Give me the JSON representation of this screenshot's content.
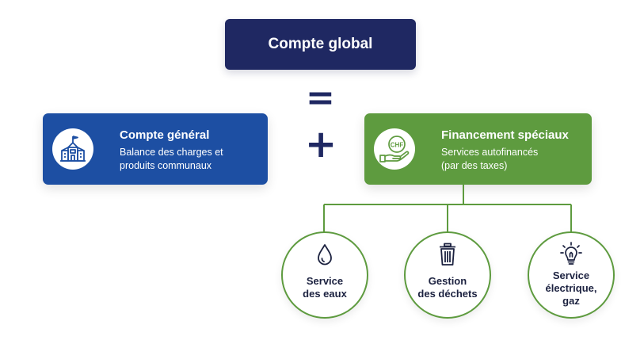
{
  "top": {
    "title": "Compte global"
  },
  "operators": {
    "equals": "=",
    "plus": "+"
  },
  "general": {
    "title": "Compte général",
    "desc_line1": "Balance des charges et",
    "desc_line2": "produits communaux",
    "icon": "town-hall-icon",
    "color": "#1d4fa3"
  },
  "special": {
    "title": "Financement spéciaux",
    "desc_line1": "Services autofinancés",
    "desc_line2": "(par des taxes)",
    "icon": "chf-hand-icon",
    "icon_text": "CHF",
    "color": "#5e9b3f"
  },
  "services": [
    {
      "lines": [
        "Service",
        "des eaux"
      ],
      "icon": "water-drop-icon"
    },
    {
      "lines": [
        "Gestion",
        "des déchets"
      ],
      "icon": "trash-bin-icon"
    },
    {
      "lines": [
        "Service",
        "électrique,",
        "gaz"
      ],
      "icon": "lightbulb-icon"
    }
  ],
  "colors": {
    "navy": "#1f2862",
    "blue": "#1d4fa3",
    "green": "#5e9b3f"
  }
}
